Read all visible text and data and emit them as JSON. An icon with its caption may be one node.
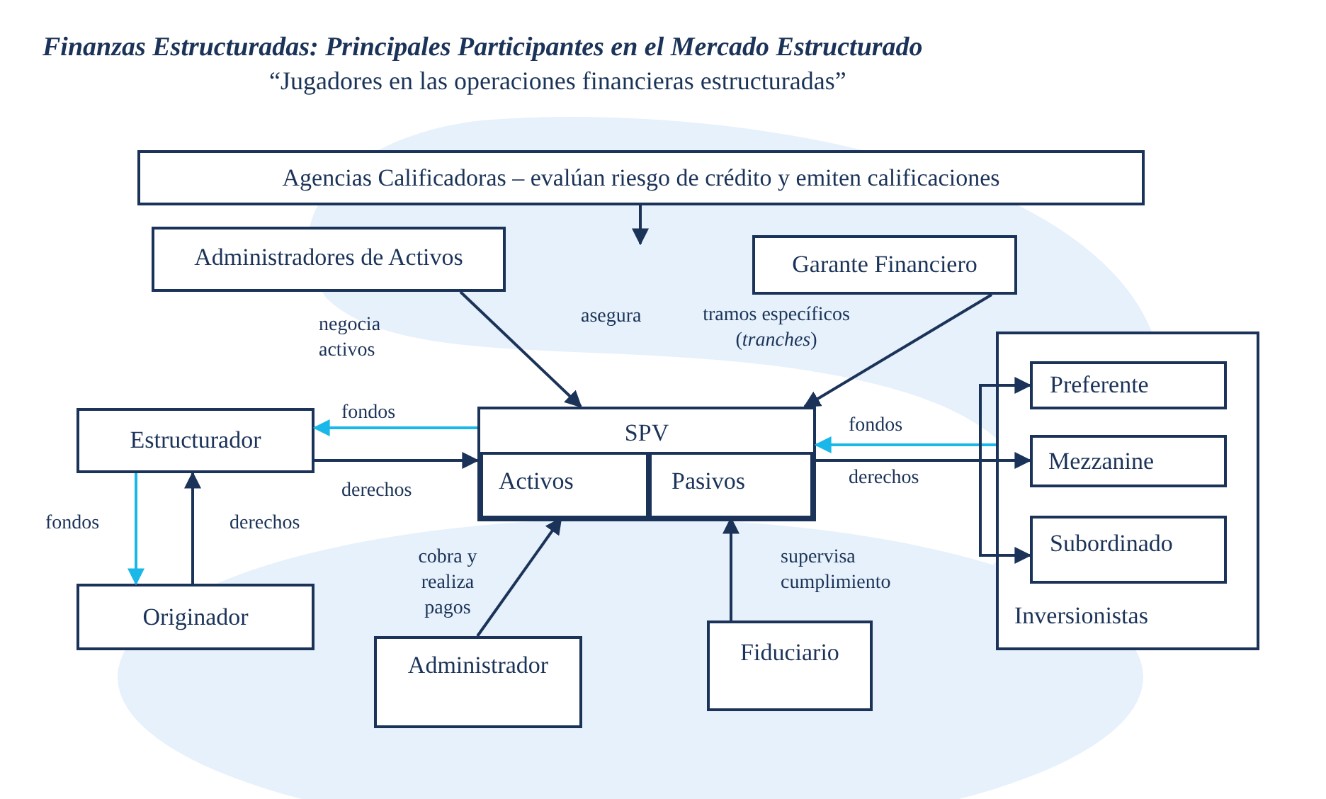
{
  "diagram": {
    "title": "Finanzas Estructuradas: Principales Participantes en el Mercado Estructurado",
    "caption": "“Jugadores en las operaciones financieras estructuradas”",
    "nodes": [
      {
        "text": [
          "Agencias Calificadoras – evalúan riesgo de crédito y emiten calificaciones"
        ]
      },
      {
        "text": [
          "Administradores de Activos"
        ]
      },
      {
        "text": [
          "Garante Financiero"
        ]
      },
      {
        "text": [
          "Estructurador"
        ]
      },
      {
        "text": [
          "SPV"
        ]
      },
      {
        "text": [
          "Activos"
        ],
        "in": 4
      },
      {
        "text": [
          "Pasivos"
        ],
        "in": 4
      },
      {
        "text": [
          "Inversionistas"
        ]
      },
      {
        "text": [
          "Preferente"
        ],
        "in": 7
      },
      {
        "text": [
          "Mezzanine"
        ],
        "in": 7
      },
      {
        "text": [
          "Subordinado"
        ],
        "in": 7
      },
      {
        "text": [
          "Originador"
        ]
      },
      {
        "text": [
          "Administrador"
        ]
      },
      {
        "text": [
          "Fiduciario"
        ]
      }
    ],
    "edges": [
      {
        "from": 0,
        "to": null,
        "arrow": "to"
      },
      {
        "from": 1,
        "to": 4,
        "arrow": "to",
        "label": "negocia activos"
      },
      {
        "from": 2,
        "to": 4,
        "arrow": "to",
        "label": "tramos específicos (*tranches*)"
      },
      {
        "from": 4,
        "to": 3,
        "arrow": "to",
        "label": "fondos",
        "color": "#1ab8e8"
      },
      {
        "from": 3,
        "to": 4,
        "arrow": "to",
        "label": "derechos"
      },
      {
        "from": 3,
        "to": 11,
        "arrow": "to",
        "label": "fondos",
        "color": "#1ab8e8"
      },
      {
        "from": 11,
        "to": 3,
        "arrow": "to",
        "label": "derechos"
      },
      {
        "from": 12,
        "to": 5,
        "arrow": "to",
        "label": "cobra y realiza pagos"
      },
      {
        "from": 13,
        "to": 6,
        "arrow": "to",
        "label": "supervisa cumplimiento"
      },
      {
        "from": 7,
        "to": 4,
        "arrow": "to",
        "label": "fondos",
        "color": "#1ab8e8"
      },
      {
        "from": 4,
        "to": 8,
        "arrow": "to"
      },
      {
        "from": 4,
        "to": 9,
        "arrow": "to",
        "label": "derechos"
      },
      {
        "from": 4,
        "to": 10,
        "arrow": "to"
      }
    ],
    "labels": [
      "asegura"
    ]
  }
}
